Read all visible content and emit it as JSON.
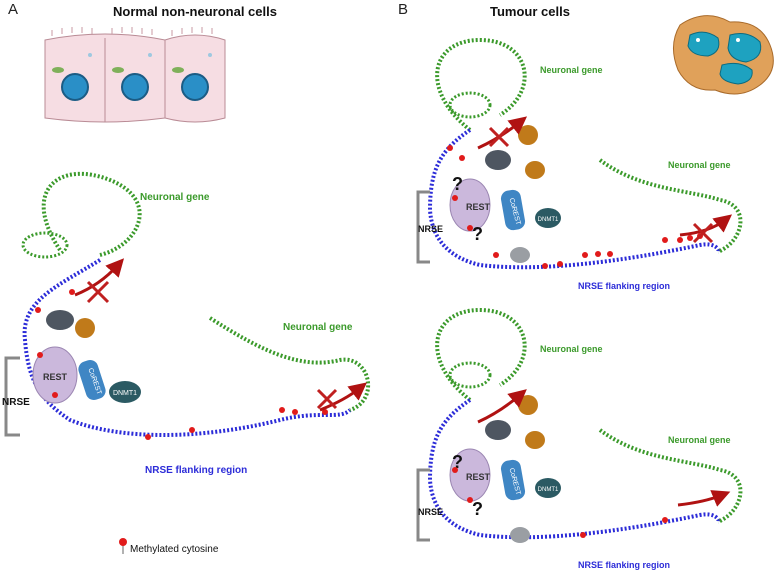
{
  "panels": [
    {
      "letter": "A",
      "title": "Normal non-neuronal cells"
    },
    {
      "letter": "B",
      "title": "Tumour cells"
    }
  ],
  "labels": {
    "neuronal_gene": "Neuronal gene",
    "nrse": "NRSE",
    "nrse_flanking": "NRSE flanking region",
    "rest": "REST",
    "corest": "CoREST",
    "dnmt1": "DNMT1",
    "unknown": "?"
  },
  "legend": {
    "methylated_cytosine": "Methylated cytosine"
  },
  "colors": {
    "neuronal_gene": "#3b9a2b",
    "nrse_flanking": "#2c2cd8",
    "nrse_dna": "#2f5c64",
    "methyl": "#e11b1b",
    "arrow": "#b01212",
    "rest": "#cbb8dc",
    "corest": "#3f86c4",
    "dnmt1": "#2b5a63",
    "corepressor_dark": "#4e5661",
    "corepressor_orange": "#c07a1a",
    "tumour_cell": "#e0a15a",
    "tumour_nucleus": "#1ea2c0"
  }
}
